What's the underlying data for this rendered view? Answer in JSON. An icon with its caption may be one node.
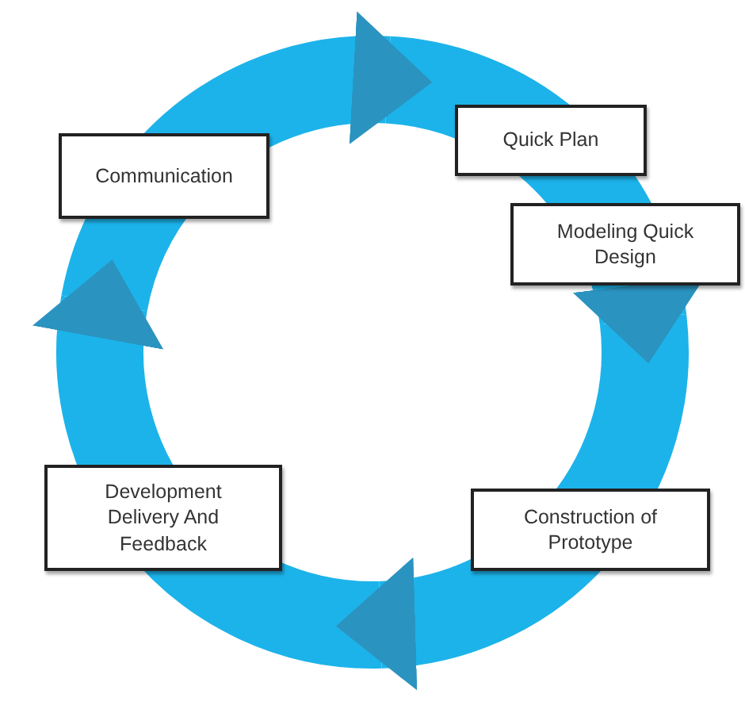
{
  "diagram": {
    "nodes": [
      {
        "text": [
          "Communication"
        ]
      },
      {
        "text": [
          "Quick Plan"
        ]
      },
      {
        "text": [
          "Modeling Quick Design"
        ]
      },
      {
        "text": [
          "Construction of Prototype"
        ]
      },
      {
        "text": [
          "Development Delivery And Feedback"
        ]
      }
    ],
    "edges": [
      {
        "from": 0,
        "to": 1,
        "arrow": "to"
      },
      {
        "from": 1,
        "to": 2,
        "arrow": "none"
      },
      {
        "from": 2,
        "to": 3,
        "arrow": "to"
      },
      {
        "from": 3,
        "to": 4,
        "arrow": "to"
      },
      {
        "from": 4,
        "to": 0,
        "arrow": "to"
      }
    ]
  }
}
